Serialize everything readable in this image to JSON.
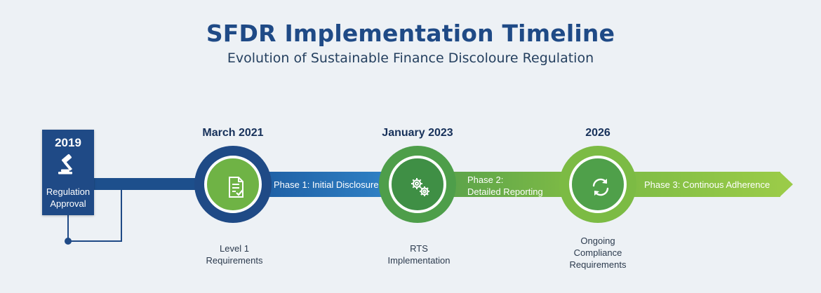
{
  "header": {
    "title": "SFDR Implementation Timeline",
    "subtitle": "Evolution of Sustainable Finance Discoloure Regulation"
  },
  "start": {
    "year": "2019",
    "label_line1": "Regulation",
    "label_line2": "Approval",
    "icon": "gavel-icon"
  },
  "milestones": [
    {
      "date": "March 2021",
      "caption_line1": "Level 1",
      "caption_line2": "Requirements",
      "caption_line3": "",
      "icon": "document-check-icon"
    },
    {
      "date": "January 2023",
      "caption_line1": "RTS",
      "caption_line2": "Implementation",
      "caption_line3": "",
      "icon": "gears-icon"
    },
    {
      "date": "2026",
      "caption_line1": "Ongoing",
      "caption_line2": "Compliance",
      "caption_line3": "Requirements",
      "icon": "refresh-icon"
    }
  ],
  "phases": [
    {
      "line1": "Phase 1: Initial Disclosure",
      "line2": ""
    },
    {
      "line1": "Phase 2:",
      "line2": "Detailed Reporting"
    },
    {
      "line1": "Phase 3: Continous Adherence",
      "line2": ""
    }
  ],
  "colors": {
    "navy": "#1f4a86",
    "blue": "#2f80c4",
    "green": "#5aa24a",
    "lime": "#9acb48"
  }
}
